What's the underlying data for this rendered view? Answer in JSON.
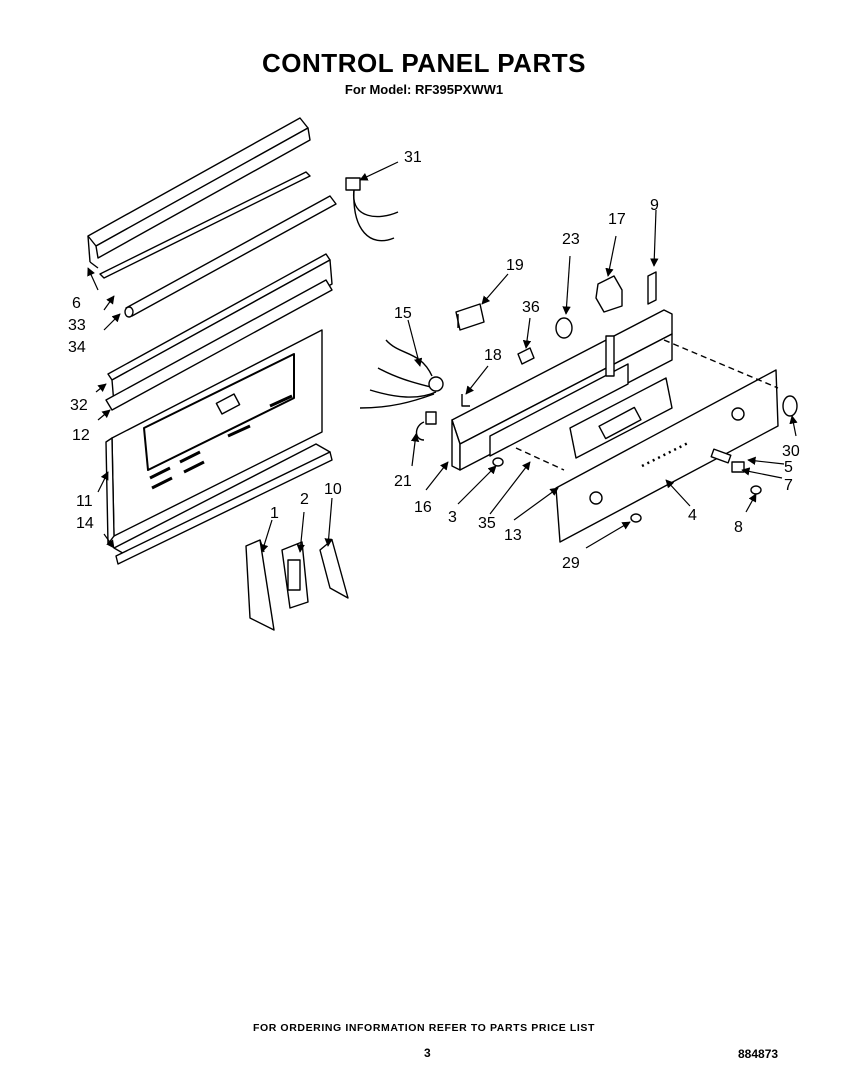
{
  "header": {
    "title": "CONTROL PANEL PARTS",
    "subtitle": "For Model: RF395PXWW1"
  },
  "footer": {
    "ordering_note": "FOR ORDERING INFORMATION REFER TO PARTS PRICE LIST",
    "page_number": "3",
    "document_number": "884873"
  },
  "callouts": {
    "c1": "1",
    "c2": "2",
    "c3": "3",
    "c4": "4",
    "c5": "5",
    "c6": "6",
    "c7": "7",
    "c8": "8",
    "c9": "9",
    "c10": "10",
    "c11": "11",
    "c12": "12",
    "c13": "13",
    "c14": "14",
    "c15": "15",
    "c16": "16",
    "c17": "17",
    "c18": "18",
    "c19": "19",
    "c21": "21",
    "c23": "23",
    "c29": "29",
    "c30": "30",
    "c31": "31",
    "c32": "32",
    "c33": "33",
    "c34": "34",
    "c35": "35",
    "c36": "36"
  }
}
